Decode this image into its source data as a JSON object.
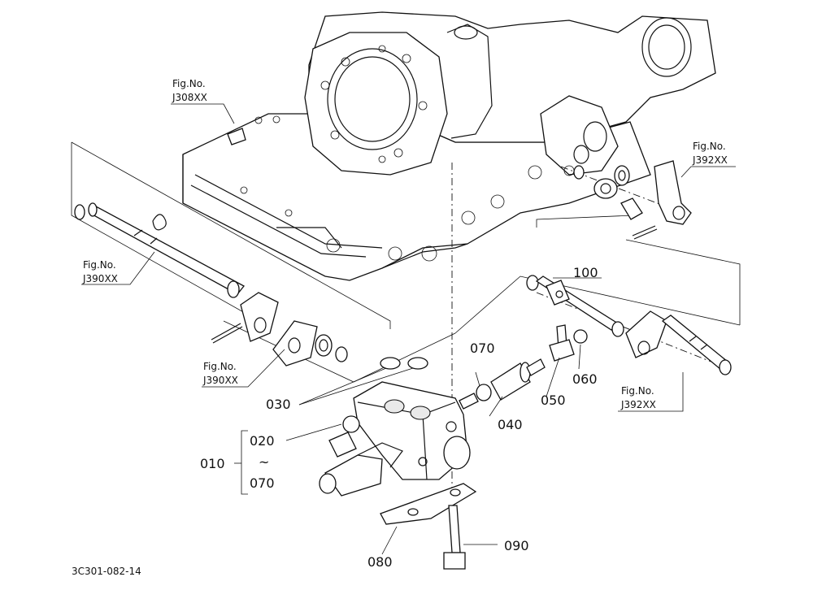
{
  "figure_refs": {
    "j308": {
      "line1": "Fig.No.",
      "line2": "J308XX"
    },
    "j392_top": {
      "line1": "Fig.No.",
      "line2": "J392XX"
    },
    "j390_left": {
      "line1": "Fig.No.",
      "line2": "J390XX"
    },
    "j390_mid": {
      "line1": "Fig.No.",
      "line2": "J390XX"
    },
    "j392_right": {
      "line1": "Fig.No.",
      "line2": "J392XX"
    }
  },
  "part_numbers": {
    "p010": "010",
    "p020": "020",
    "tilde": "~",
    "p070_range": "070",
    "p030": "030",
    "p040": "040",
    "p050": "050",
    "p060": "060",
    "p070": "070",
    "p080": "080",
    "p090": "090",
    "p100": "100"
  },
  "drawing_id": "3C301-082-14"
}
